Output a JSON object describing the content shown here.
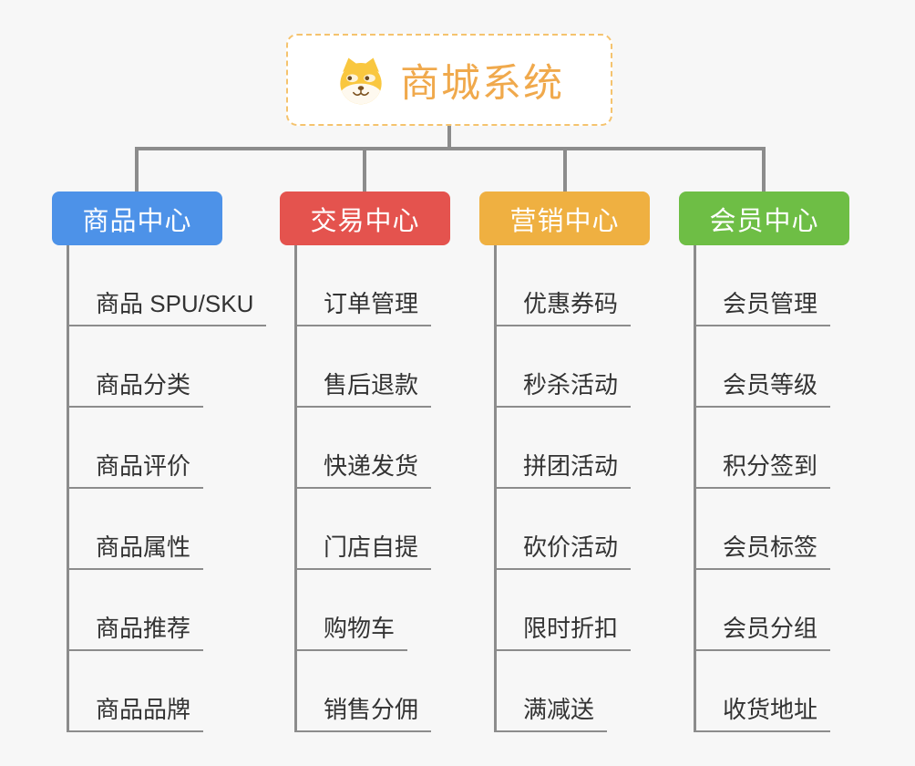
{
  "background_color": "#F7F7F7",
  "connector_color": "#8C8C8C",
  "item_text_color": "#333333",
  "root": {
    "title": "商城系统",
    "icon": "shiba-dog-icon",
    "text_color": "#F0A94C",
    "border_color": "#F5C36E"
  },
  "branches": [
    {
      "label": "商品中心",
      "color": "#4D92E8",
      "items": [
        "商品 SPU/SKU",
        "商品分类",
        "商品评价",
        "商品属性",
        "商品推荐",
        "商品品牌"
      ]
    },
    {
      "label": "交易中心",
      "color": "#E4534E",
      "items": [
        "订单管理",
        "售后退款",
        "快递发货",
        "门店自提",
        "购物车",
        "销售分佣"
      ]
    },
    {
      "label": "营销中心",
      "color": "#EFB041",
      "items": [
        "优惠券码",
        "秒杀活动",
        "拼团活动",
        "砍价活动",
        "限时折扣",
        "满减送"
      ]
    },
    {
      "label": "会员中心",
      "color": "#6EBE45",
      "items": [
        "会员管理",
        "会员等级",
        "积分签到",
        "会员标签",
        "会员分组",
        "收货地址"
      ]
    }
  ]
}
